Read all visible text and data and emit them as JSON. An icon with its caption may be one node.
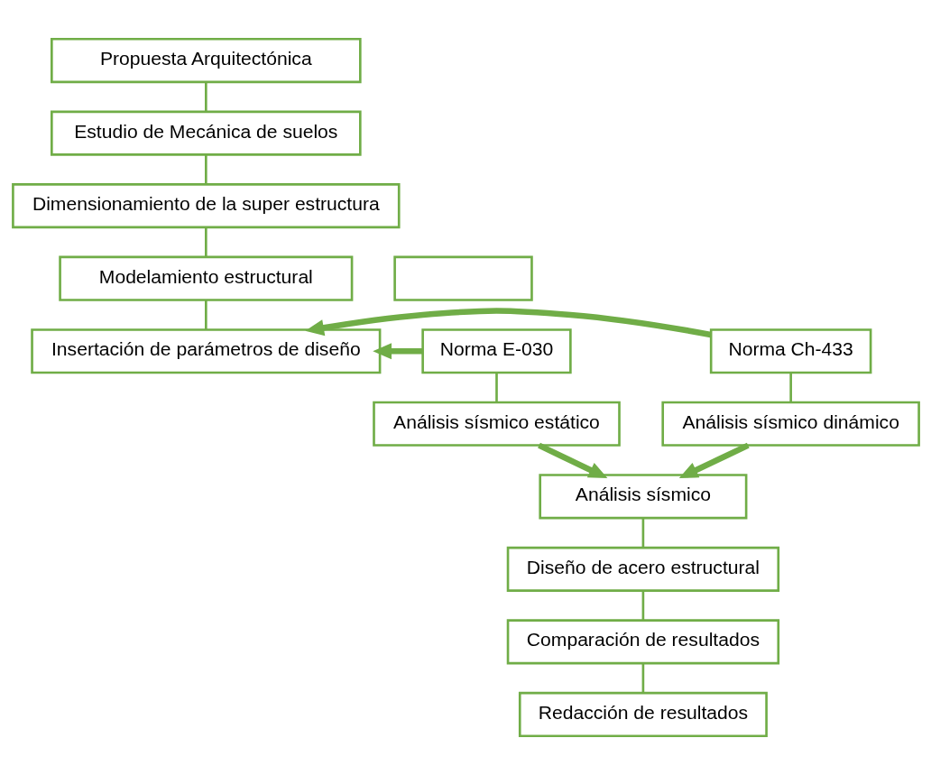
{
  "diagram": {
    "nodes": [
      {
        "text": [
          "Propuesta Arquitectónica"
        ]
      },
      {
        "text": [
          "Estudio de Mecánica de suelos"
        ]
      },
      {
        "text": [
          "Dimensionamiento de la super estructura"
        ]
      },
      {
        "text": [
          "Modelamiento estructural"
        ]
      },
      {
        "text": [],
        "shape": "box"
      },
      {
        "text": [
          "Insertación de parámetros de diseño"
        ]
      },
      {
        "text": [
          "Norma E-030"
        ]
      },
      {
        "text": [
          "Norma Ch-433"
        ]
      },
      {
        "text": [
          "Análisis sísmico estático"
        ]
      },
      {
        "text": [
          "Análisis sísmico dinámico"
        ]
      },
      {
        "text": [
          "Análisis sísmico"
        ]
      },
      {
        "text": [
          "Diseño de acero estructural"
        ]
      },
      {
        "text": [
          "Comparación de resultados"
        ]
      },
      {
        "text": [
          "Redacción de resultados"
        ]
      }
    ],
    "edges": [
      {
        "from": 0,
        "to": 1,
        "arrow": "none"
      },
      {
        "from": 1,
        "to": 2,
        "arrow": "none"
      },
      {
        "from": 2,
        "to": 3,
        "arrow": "none"
      },
      {
        "from": 3,
        "to": 5,
        "arrow": "none"
      },
      {
        "from": 6,
        "to": 5,
        "arrow": "to",
        "style": "thick"
      },
      {
        "from": 7,
        "to": 5,
        "arrow": "to",
        "style": "thick"
      },
      {
        "from": 6,
        "to": 8,
        "arrow": "none"
      },
      {
        "from": 7,
        "to": 9,
        "arrow": "none"
      },
      {
        "from": 8,
        "to": 10,
        "arrow": "to",
        "style": "thick"
      },
      {
        "from": 9,
        "to": 10,
        "arrow": "to",
        "style": "thick"
      },
      {
        "from": 10,
        "to": 11,
        "arrow": "none"
      },
      {
        "from": 11,
        "to": 12,
        "arrow": "none"
      },
      {
        "from": 12,
        "to": 13,
        "arrow": "none"
      }
    ]
  }
}
